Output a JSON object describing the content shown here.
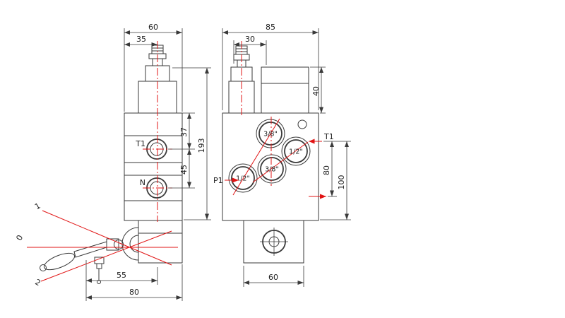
{
  "drawing": {
    "colors": {
      "line": "#3a3a3a",
      "accent_red": "#e11414"
    },
    "left_view": {
      "dims": {
        "width_total": "60",
        "width_to_relief": "35",
        "top_to_t1": "37",
        "height_total": "193",
        "t1_to_n": "45",
        "lever_to_center": "55",
        "lever_to_edge": "80"
      },
      "ports": {
        "t1": "T1",
        "n": "N"
      },
      "lever_positions": {
        "up": "1",
        "neutral": "0",
        "down": "2"
      }
    },
    "right_view": {
      "dims": {
        "width_total": "85",
        "relief_offset": "30",
        "cap_height": "40",
        "t1_to_outlet": "80",
        "t1_to_bottom": "100",
        "base_width": "60"
      },
      "ports": {
        "top": "3/8\"",
        "right": "1/2\"",
        "middle": "3/8\"",
        "left": "1/2\""
      },
      "flow_labels": {
        "t1": "T1",
        "p1": "P1"
      }
    }
  }
}
